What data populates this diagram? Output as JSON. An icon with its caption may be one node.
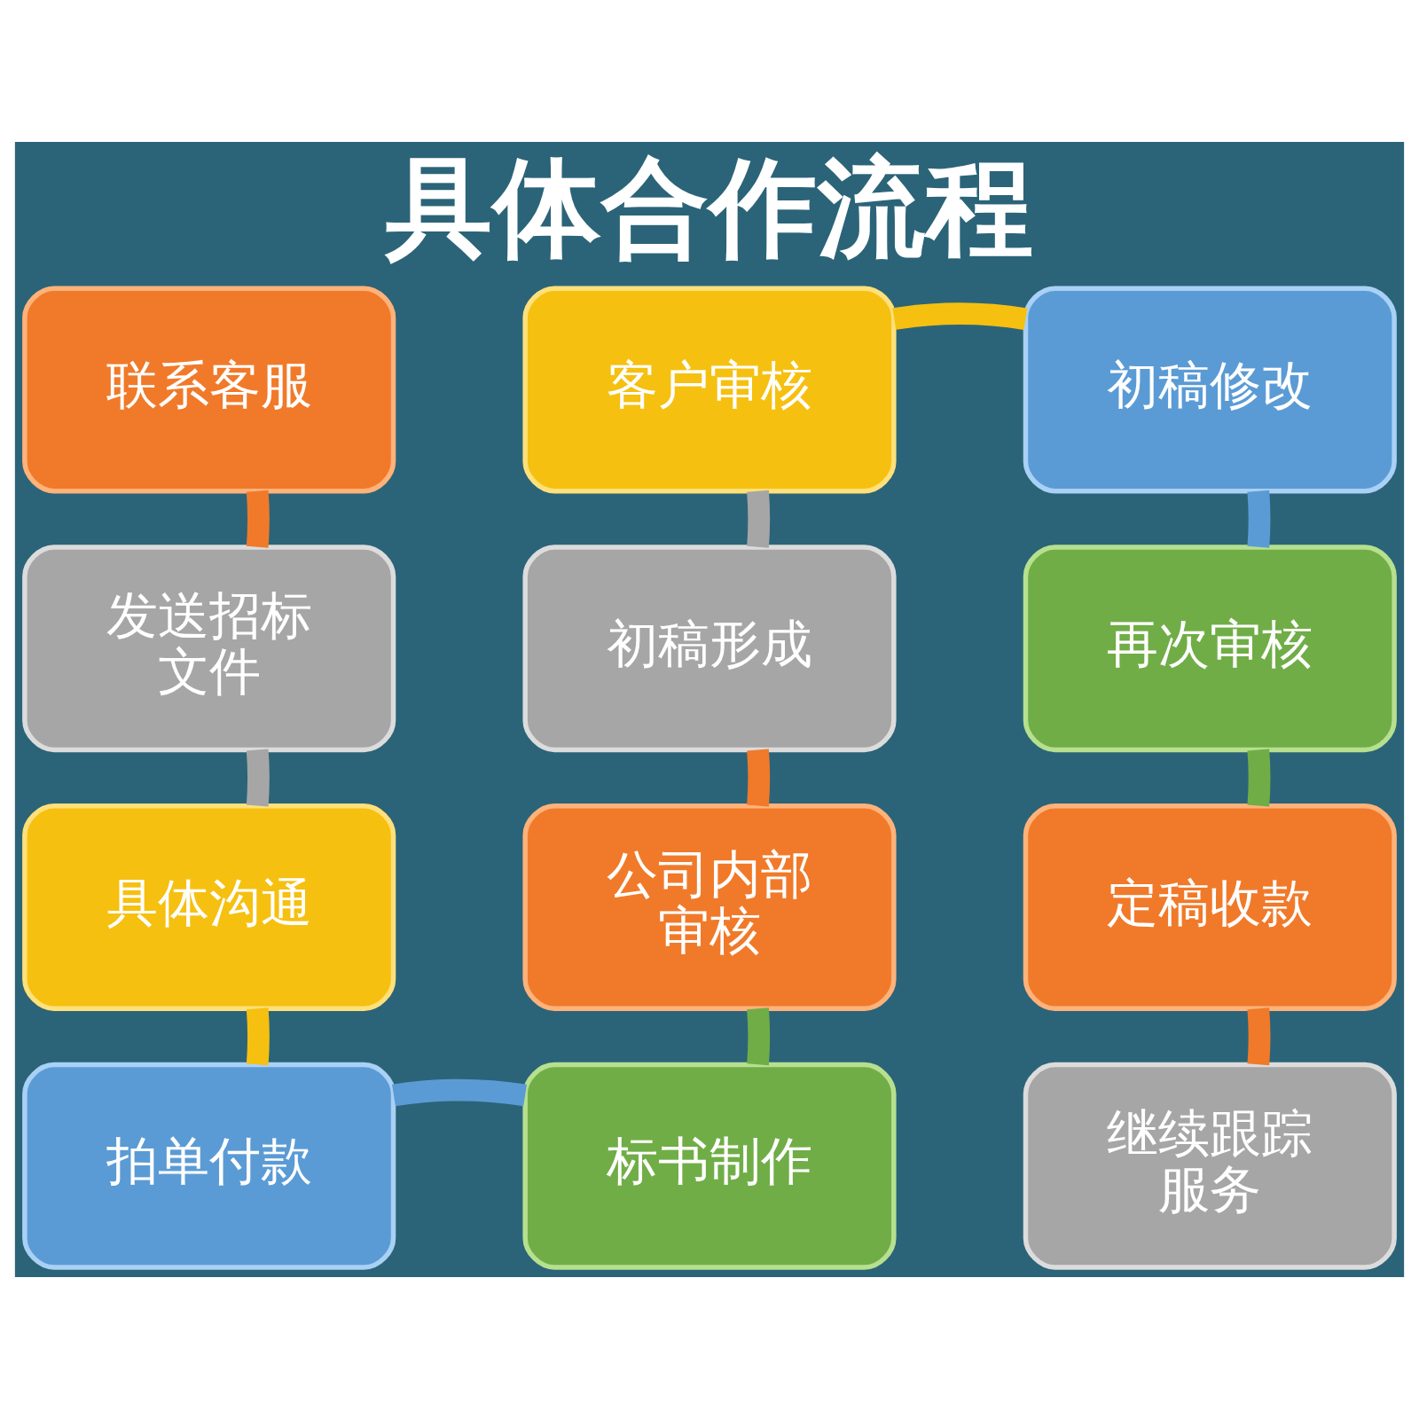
{
  "diagram": {
    "title": "具体合作流程",
    "nodes": [
      {
        "text": [
          "联系客服"
        ]
      },
      {
        "text": [
          "发送招标文件"
        ]
      },
      {
        "text": [
          "具体沟通"
        ]
      },
      {
        "text": [
          "拍单付款"
        ]
      },
      {
        "text": [
          "标书制作"
        ]
      },
      {
        "text": [
          "公司内部审核"
        ]
      },
      {
        "text": [
          "初稿形成"
        ]
      },
      {
        "text": [
          "客户审核"
        ]
      },
      {
        "text": [
          "初稿修改"
        ]
      },
      {
        "text": [
          "再次审核"
        ]
      },
      {
        "text": [
          "定稿收款"
        ]
      },
      {
        "text": [
          "继续跟踪服务"
        ]
      }
    ],
    "edges": [
      {
        "from": 0,
        "to": 1,
        "arrow": "none",
        "color": "#f07a2a"
      },
      {
        "from": 1,
        "to": 2,
        "arrow": "none",
        "color": "#a6a6a6"
      },
      {
        "from": 2,
        "to": 3,
        "arrow": "none",
        "color": "#f5c010"
      },
      {
        "from": 3,
        "to": 4,
        "arrow": "none",
        "color": "#5b9bd5"
      },
      {
        "from": 4,
        "to": 5,
        "arrow": "none",
        "color": "#70ad47"
      },
      {
        "from": 5,
        "to": 6,
        "arrow": "none",
        "color": "#f07a2a"
      },
      {
        "from": 6,
        "to": 7,
        "arrow": "none",
        "color": "#a6a6a6"
      },
      {
        "from": 7,
        "to": 8,
        "arrow": "none",
        "color": "#f5c010"
      },
      {
        "from": 8,
        "to": 9,
        "arrow": "none",
        "color": "#5b9bd5"
      },
      {
        "from": 9,
        "to": 10,
        "arrow": "none",
        "color": "#70ad47"
      },
      {
        "from": 10,
        "to": 11,
        "arrow": "none",
        "color": "#f07a2a"
      }
    ]
  }
}
